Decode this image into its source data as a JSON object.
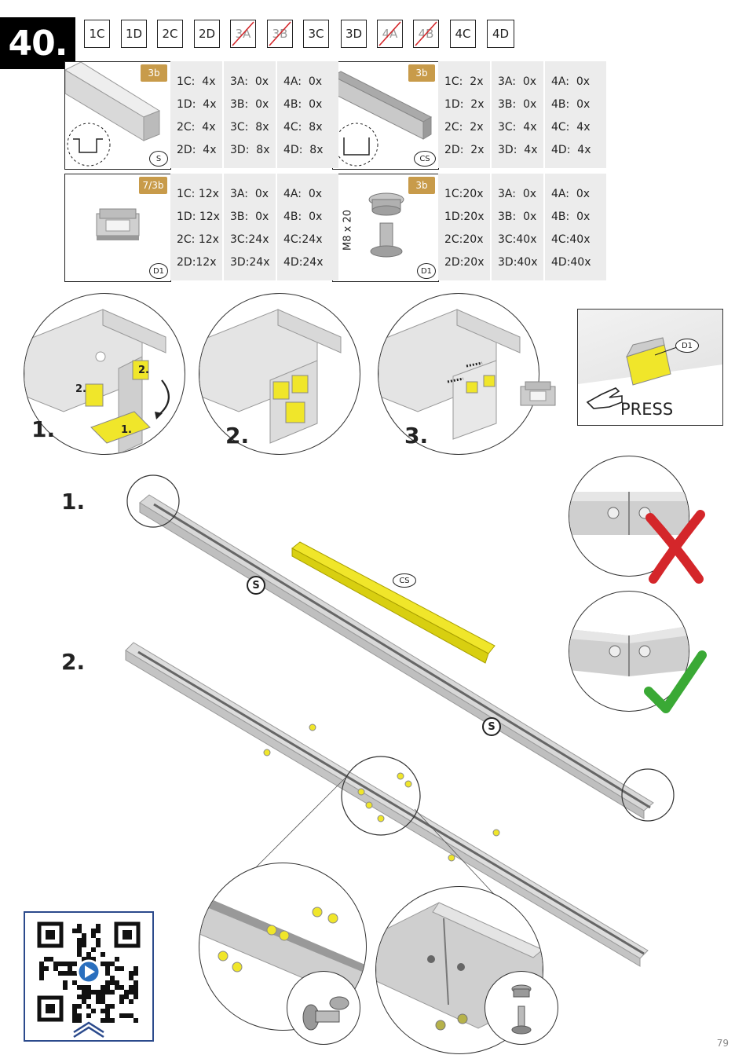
{
  "step": {
    "number": "40."
  },
  "variants": [
    {
      "label": "1C",
      "crossed": false
    },
    {
      "label": "1D",
      "crossed": false
    },
    {
      "label": "2C",
      "crossed": false
    },
    {
      "label": "2D",
      "crossed": false
    },
    {
      "label": "3A",
      "crossed": true
    },
    {
      "label": "3B",
      "crossed": true
    },
    {
      "label": "3C",
      "crossed": false
    },
    {
      "label": "3D",
      "crossed": false
    },
    {
      "label": "4A",
      "crossed": true
    },
    {
      "label": "4B",
      "crossed": true
    },
    {
      "label": "4C",
      "crossed": false
    },
    {
      "label": "4D",
      "crossed": false
    }
  ],
  "parts": [
    {
      "box": "3b",
      "code": "S",
      "counts": [
        [
          "1C:  4x",
          "3A:  0x",
          "4A:  0x"
        ],
        [
          "1D:  4x",
          "3B:  0x",
          "4B:  0x"
        ],
        [
          "2C:  4x",
          "3C:  8x",
          "4C:  8x"
        ],
        [
          "2D:  4x",
          "3D:  8x",
          "4D:  8x"
        ]
      ]
    },
    {
      "box": "3b",
      "code": "CS",
      "counts": [
        [
          "1C:  2x",
          "3A:  0x",
          "4A:  0x"
        ],
        [
          "1D:  2x",
          "3B:  0x",
          "4B:  0x"
        ],
        [
          "2C:  2x",
          "3C:  4x",
          "4C:  4x"
        ],
        [
          "2D:  2x",
          "3D:  4x",
          "4D:  4x"
        ]
      ]
    },
    {
      "box": "7/3b",
      "code": "D1",
      "counts": [
        [
          "1C: 12x",
          "3A:  0x",
          "4A:  0x"
        ],
        [
          "1D: 12x",
          "3B:  0x",
          "4B:  0x"
        ],
        [
          "2C: 12x",
          "3C:24x",
          "4C:24x"
        ],
        [
          "2D:12x",
          "3D:24x",
          "4D:24x"
        ]
      ]
    },
    {
      "box": "3b",
      "code": "D1",
      "size": "M8 x 20",
      "counts": [
        [
          "1C:20x",
          "3A:  0x",
          "4A:  0x"
        ],
        [
          "1D:20x",
          "3B:  0x",
          "4B:  0x"
        ],
        [
          "2C:20x",
          "3C:40x",
          "4C:40x"
        ],
        [
          "2D:20x",
          "3D:40x",
          "4D:40x"
        ]
      ]
    }
  ],
  "substeps": {
    "one": "1.",
    "two": "2.",
    "three": "3.",
    "fold_one": "1.",
    "fold_two_a": "2.",
    "fold_two_b": "2."
  },
  "press": {
    "code": "D1",
    "label": "PRESS"
  },
  "assembly": {
    "step_one": "1.",
    "step_two": "2.",
    "profile_code": "S",
    "channel_code": "CS",
    "profile_code_2": "S"
  },
  "colors": {
    "accent": "#f0e62a",
    "wrong": "#d4262a",
    "right": "#3aa935",
    "box": "#c89b4a"
  },
  "page_number": "79"
}
